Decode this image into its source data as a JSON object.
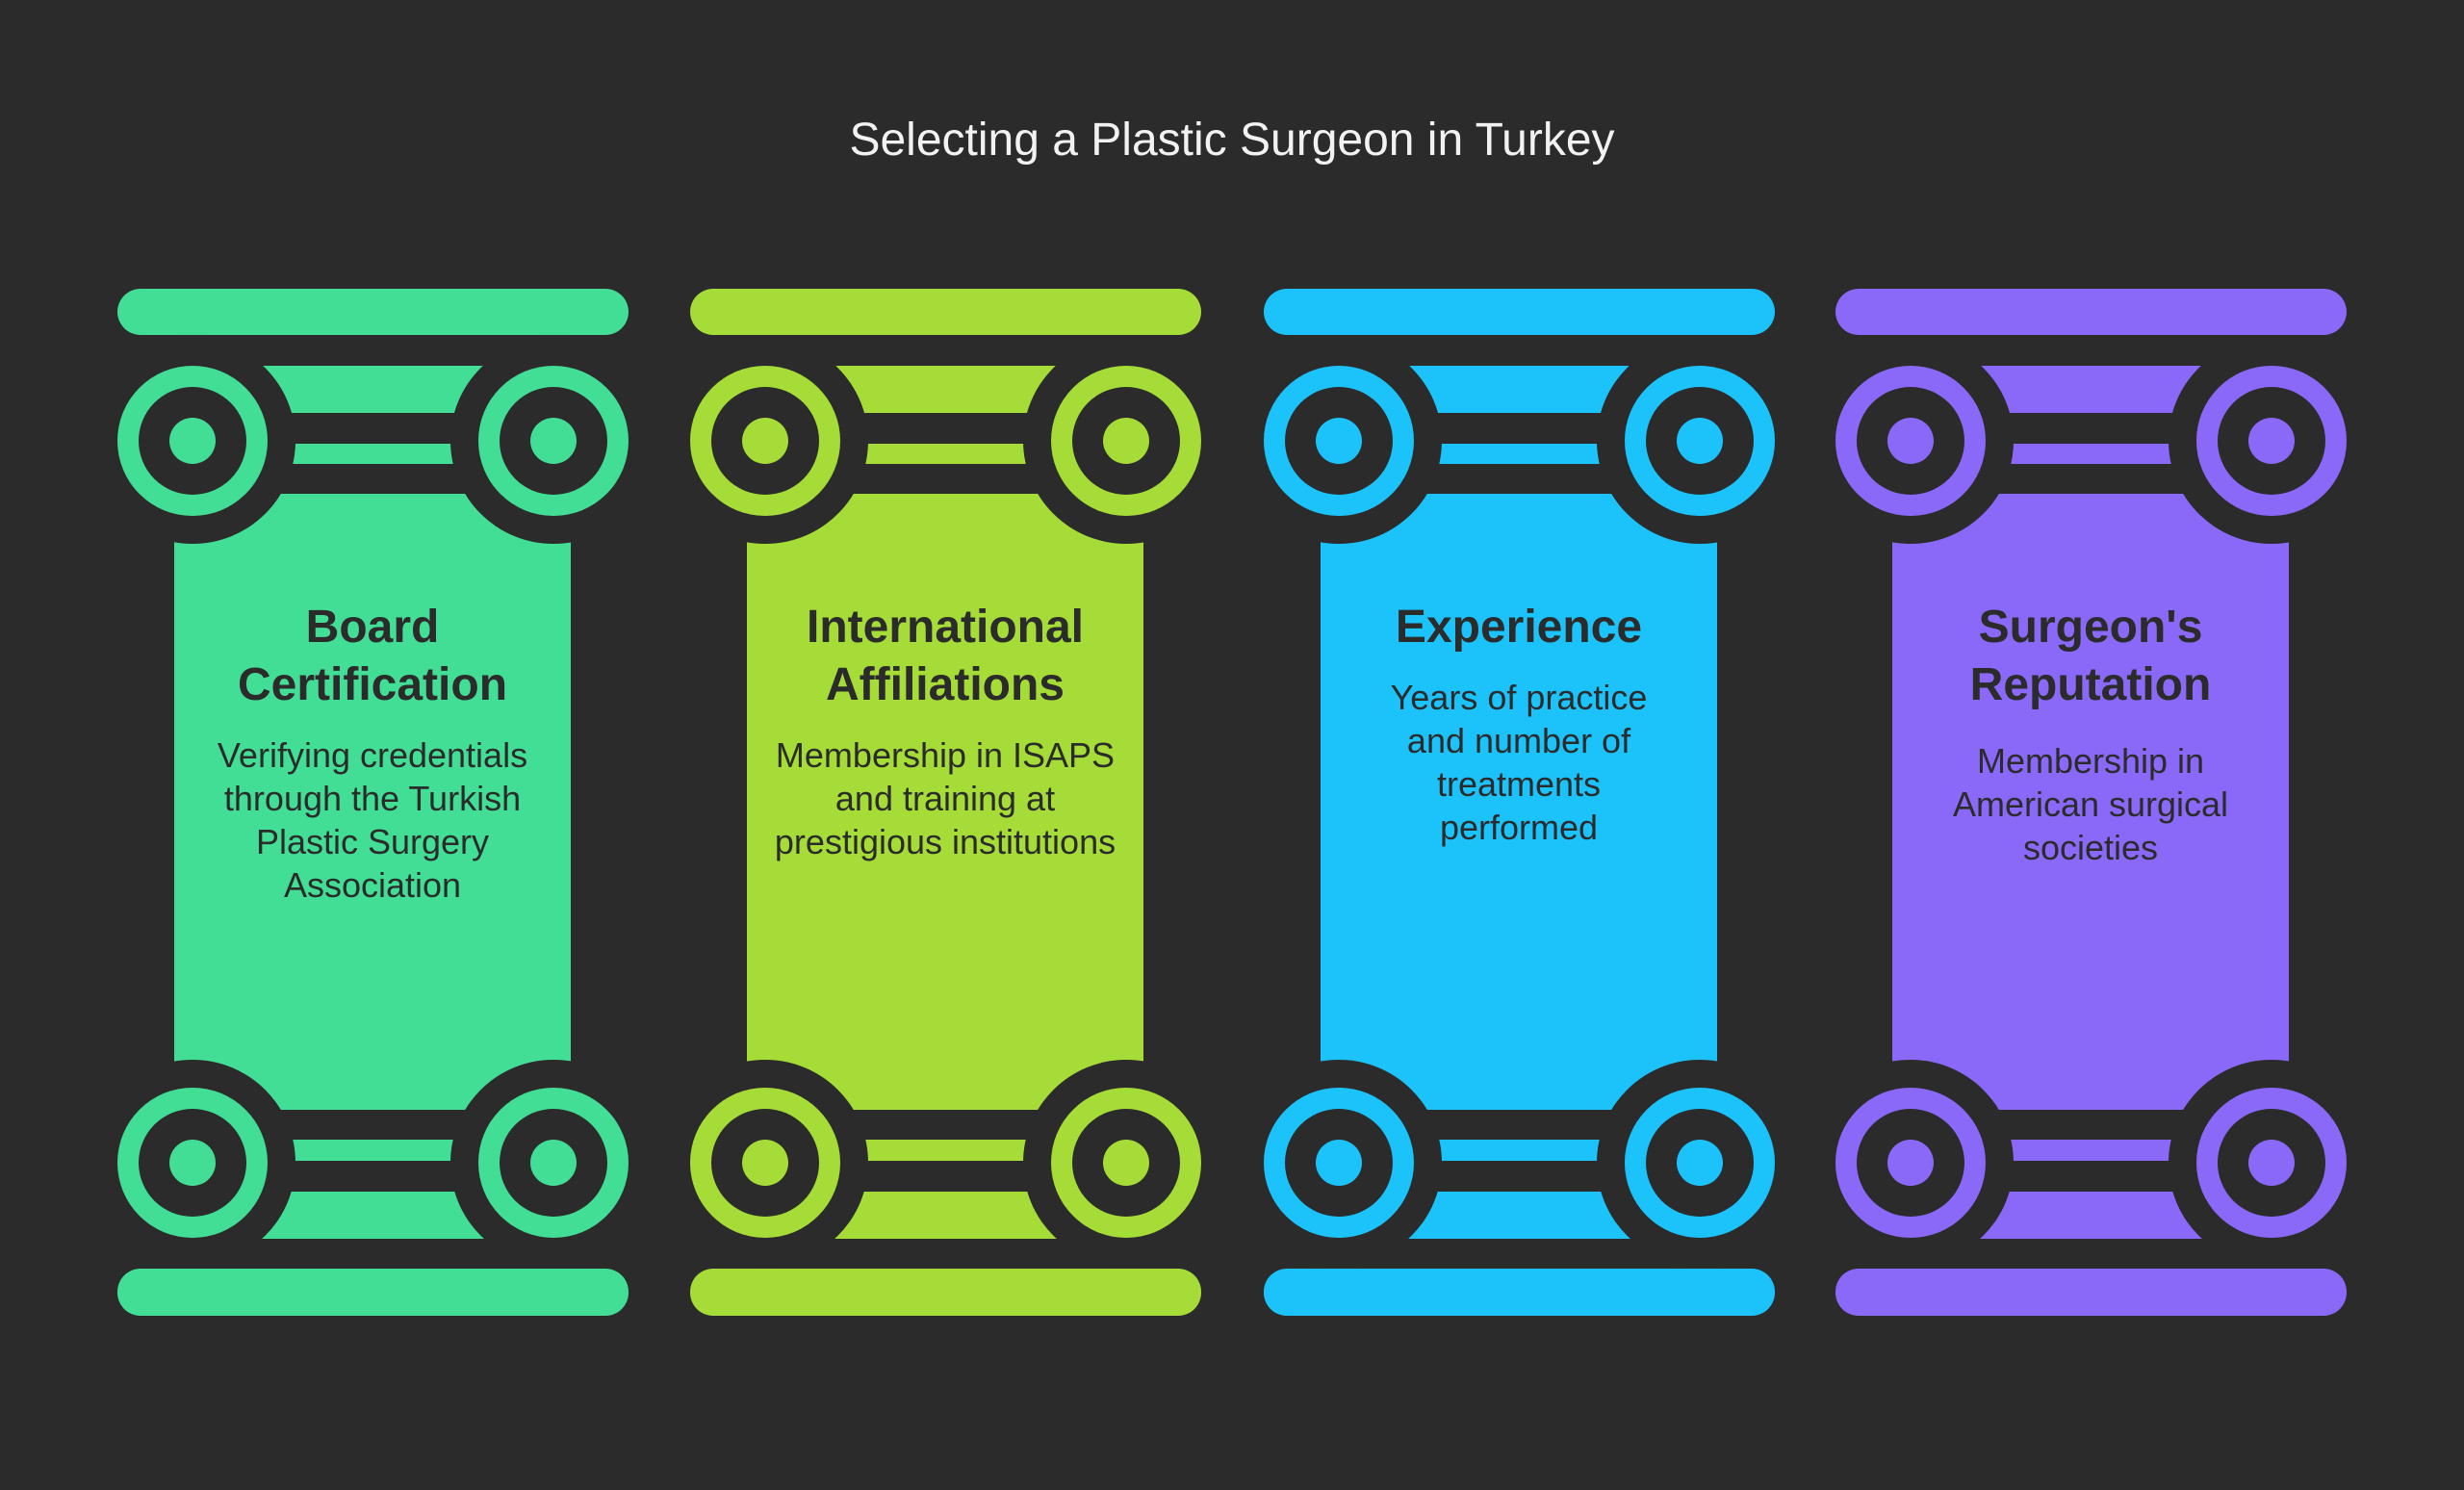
{
  "title": "Selecting a Plastic Surgeon in Turkey",
  "background_color": "#2b2b2b",
  "pillars": [
    {
      "heading": "Board Certification",
      "description": "Verifying credentials through the Turkish Plastic Surgery Association",
      "color": "#43de95"
    },
    {
      "heading": "International Affiliations",
      "description": "Membership in ISAPS and training at prestigious institutions",
      "color": "#a6dc37"
    },
    {
      "heading": "Experience",
      "description": "Years of practice and number of treatments performed",
      "color": "#1cc3fb"
    },
    {
      "heading": "Surgeon's Reputation",
      "description": "Membership in American surgical societies",
      "color": "#8a69f8"
    }
  ]
}
